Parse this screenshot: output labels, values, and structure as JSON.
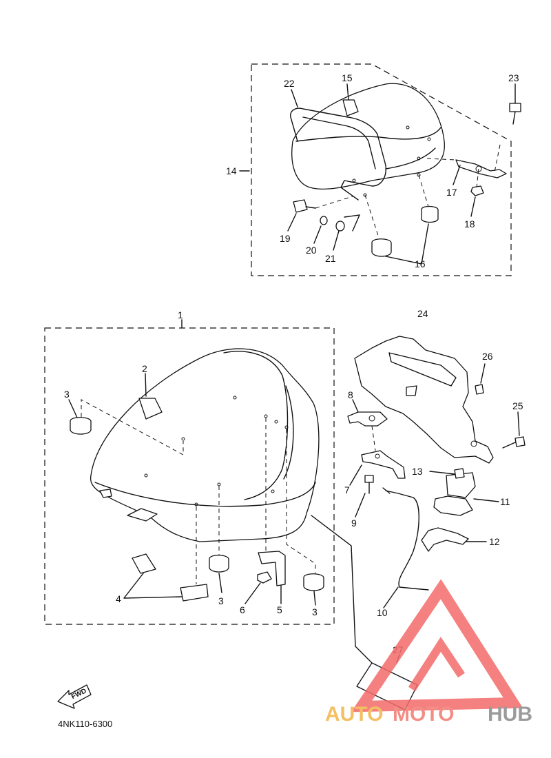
{
  "diagram": {
    "code": "4NK110-6300",
    "fwd_label": "FWD",
    "callouts": [
      "1",
      "2",
      "3",
      "3",
      "3",
      "4",
      "5",
      "6",
      "7",
      "8",
      "9",
      "10",
      "11",
      "12",
      "13",
      "14",
      "15",
      "16",
      "17",
      "18",
      "19",
      "20",
      "21",
      "22",
      "23",
      "24",
      "25",
      "26",
      "27"
    ]
  },
  "watermark": {
    "brand_part1": "AUTO",
    "brand_part2": "MOTO",
    "brand_part3": "HUB",
    "colors": {
      "part1": "#f3b54a",
      "part2": "#f27a70",
      "part3": "#8a8a8a",
      "logo": "#f36b6b"
    }
  }
}
